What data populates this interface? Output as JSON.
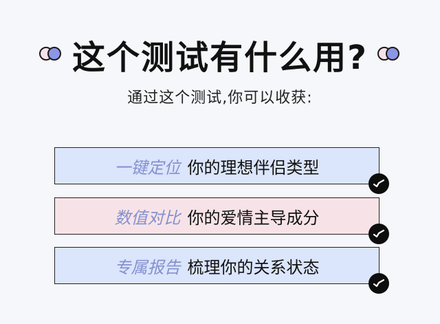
{
  "header": {
    "title": "这个测试有什么用?",
    "subtitle": "通过这个测试,你可以收获:"
  },
  "decorations": {
    "left_dots_icon": "overlapping-circles-icon",
    "right_dots_icon": "overlapping-circles-icon",
    "colors": {
      "pink": "#f7e3e8",
      "blue": "#8c96e6"
    }
  },
  "benefits": [
    {
      "keyword": "一键定位",
      "description": "你的理想伴侣类型",
      "background": "#dbe5fb",
      "icon": "check-circle-icon"
    },
    {
      "keyword": "数值对比",
      "description": "你的爱情主导成分",
      "background": "#f7e3e7",
      "icon": "check-circle-icon"
    },
    {
      "keyword": "专属报告",
      "description": "梳理你的关系状态",
      "background": "#dbe5fb",
      "icon": "check-circle-icon"
    }
  ],
  "colors": {
    "background": "#f6f7fb",
    "keyword": "#8590cf",
    "text": "#111111"
  }
}
